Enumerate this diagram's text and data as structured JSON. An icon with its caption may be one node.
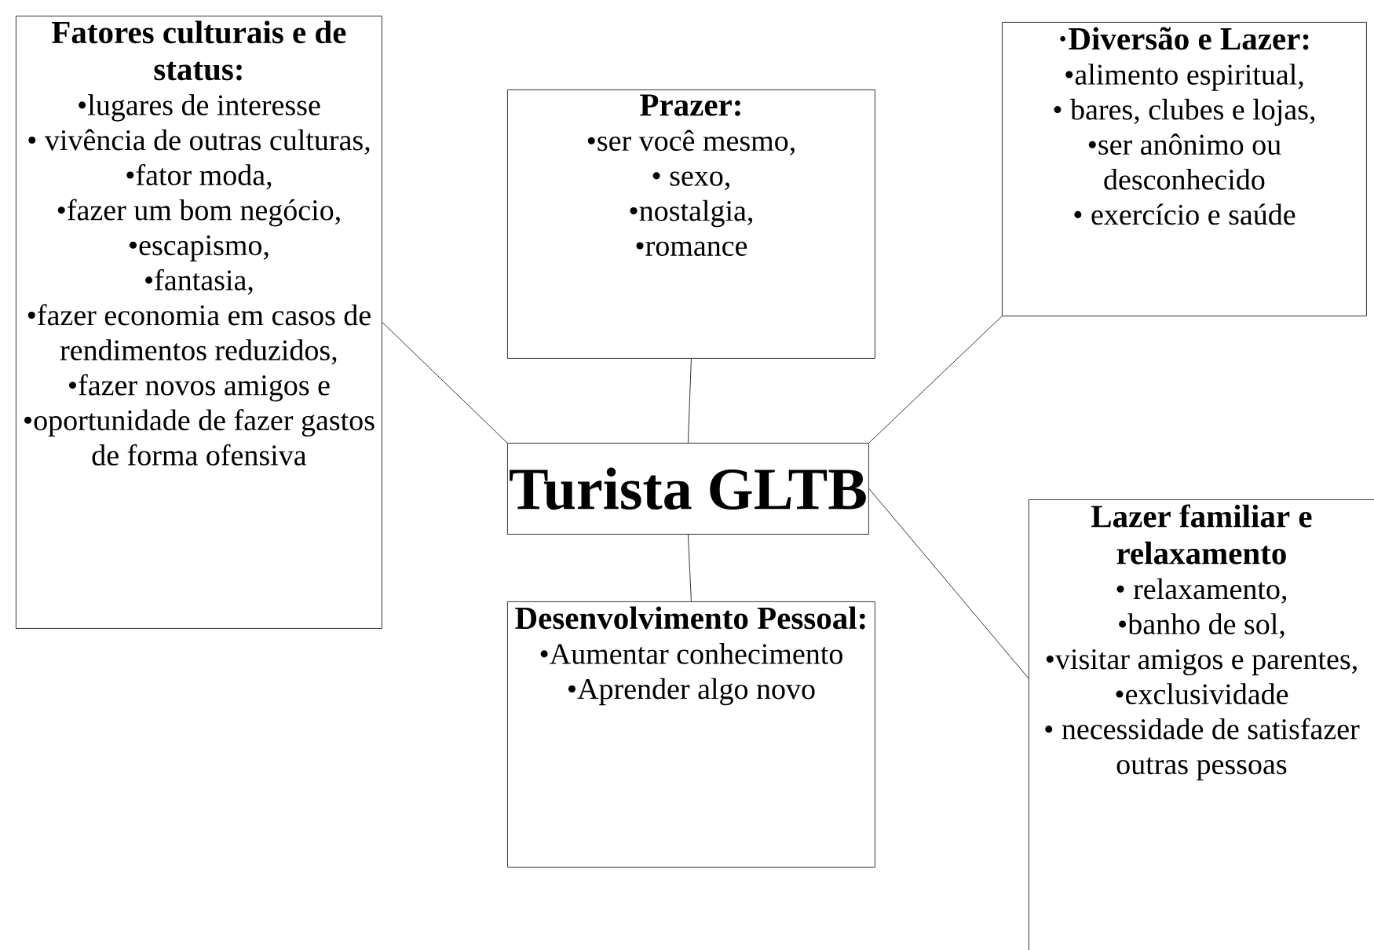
{
  "diagram": {
    "nodes": [
      {
        "text": [
          "Fatores culturais e de status:",
          "•lugares de interesse",
          "• vivência de outras culturas,",
          "•fator moda,",
          "•fazer um bom negócio,",
          "•escapismo,",
          "•fantasia,",
          "•fazer economia em casos de rendimentos reduzidos,",
          "•fazer novos amigos e",
          "•oportunidade de fazer gastos de forma ofensiva"
        ]
      },
      {
        "text": [
          "Prazer:",
          "•ser você mesmo,",
          "• sexo,",
          "•nostalgia,",
          "•romance"
        ]
      },
      {
        "text": [
          "·Diversão e Lazer:",
          "•alimento espiritual,",
          "• bares, clubes e lojas,",
          "•ser anônimo ou desconhecido",
          "• exercício e saúde"
        ]
      },
      {
        "text": [
          "Turista GLTB"
        ]
      },
      {
        "text": [
          "Lazer familiar e relaxamento",
          "• relaxamento,",
          "•banho de sol,",
          "•visitar amigos e parentes,",
          "•exclusividade",
          "• necessidade de satisfazer outras pessoas"
        ]
      },
      {
        "text": [
          "Desenvolvimento Pessoal:",
          "•Aumentar conhecimento",
          "•Aprender algo novo"
        ]
      }
    ],
    "edges": [
      {
        "from": 3,
        "to": 0,
        "arrow": "none"
      },
      {
        "from": 3,
        "to": 1,
        "arrow": "none"
      },
      {
        "from": 3,
        "to": 2,
        "arrow": "none"
      },
      {
        "from": 3,
        "to": 4,
        "arrow": "none"
      },
      {
        "from": 3,
        "to": 5,
        "arrow": "none"
      }
    ]
  }
}
